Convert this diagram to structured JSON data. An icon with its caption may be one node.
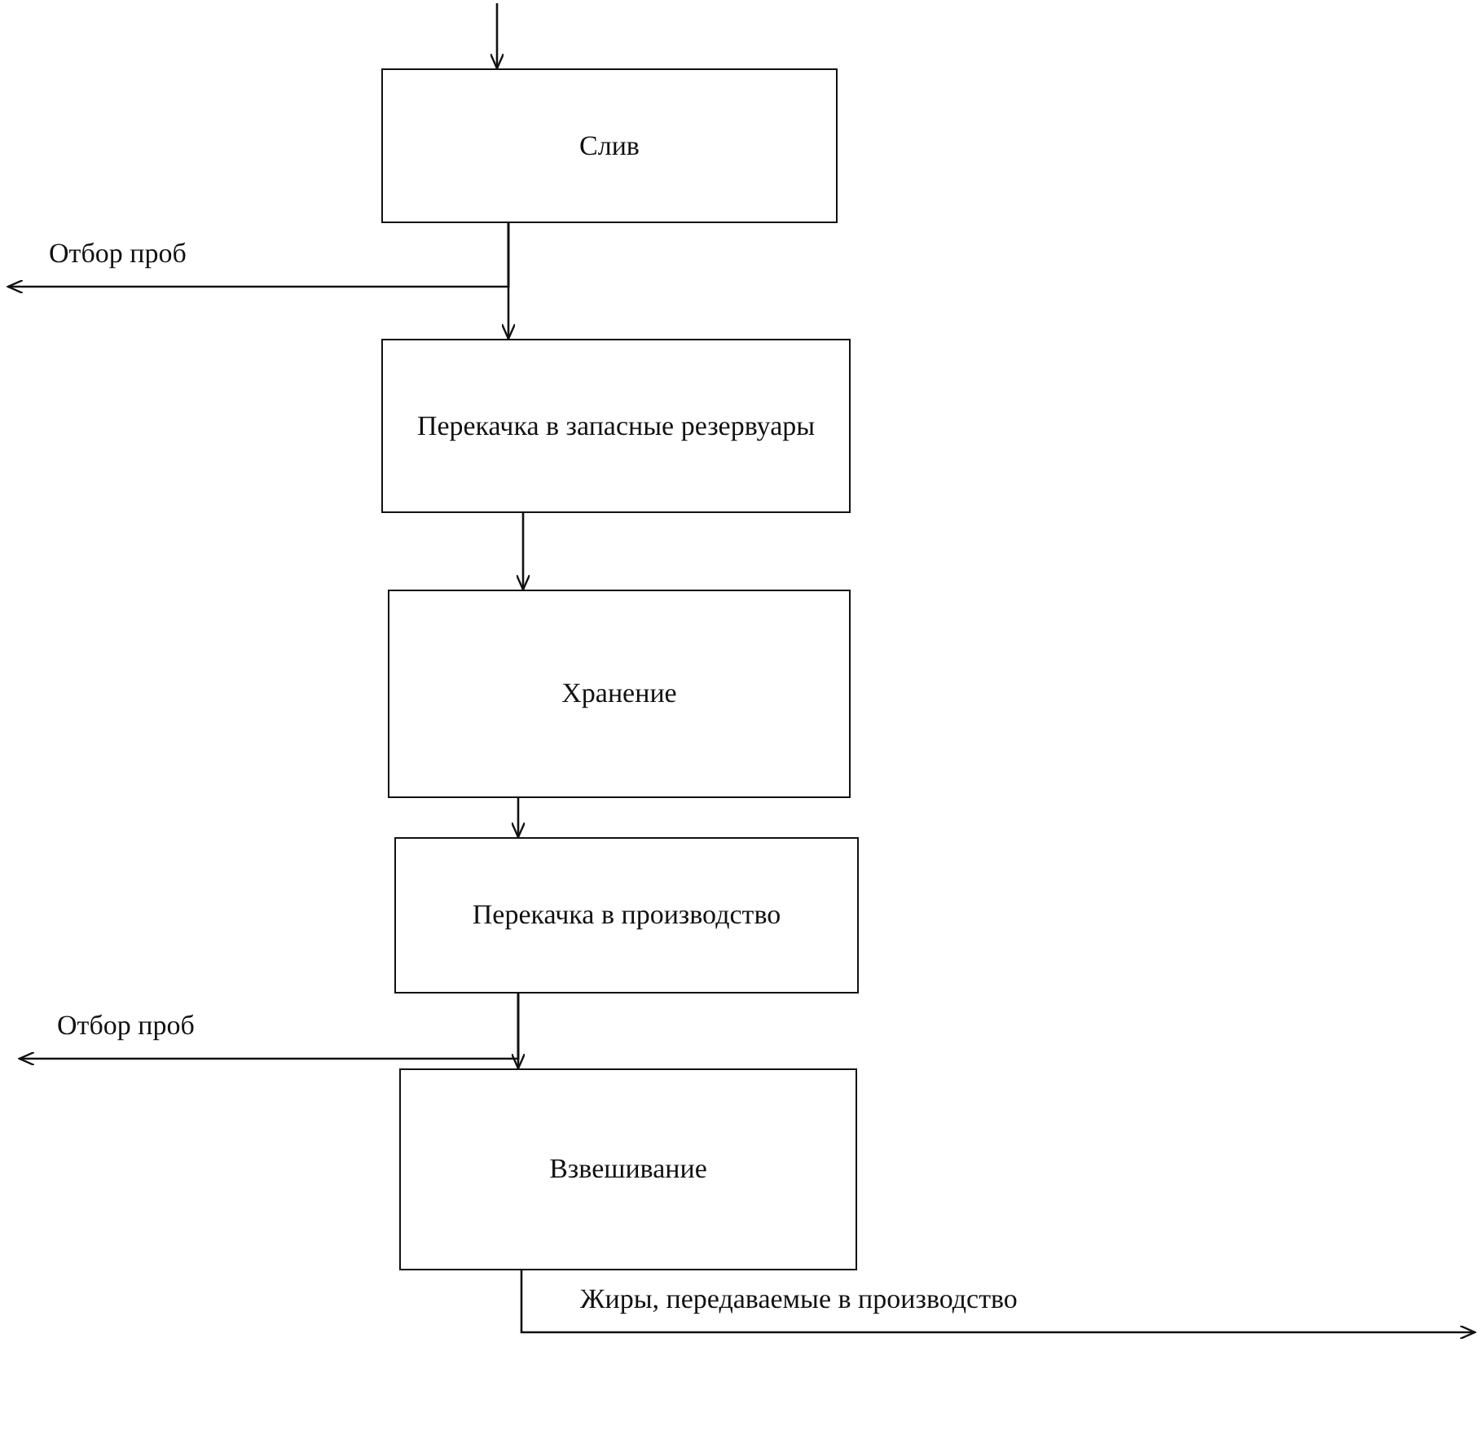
{
  "diagram": {
    "nodes": [
      {
        "text": [
          "Слив"
        ]
      },
      {
        "text": [
          "Перекачка в запасные резервуары"
        ]
      },
      {
        "text": [
          "Хранение"
        ]
      },
      {
        "text": [
          "Перекачка в производство"
        ]
      },
      {
        "text": [
          "Взвешивание"
        ]
      }
    ],
    "edges": [
      {
        "from": null,
        "to": 0,
        "arrow": "to"
      },
      {
        "from": 0,
        "to": 1,
        "arrow": "to"
      },
      {
        "from": 0,
        "to": null,
        "arrow": "to",
        "label": "Отбор проб"
      },
      {
        "from": 1,
        "to": 2,
        "arrow": "to"
      },
      {
        "from": 2,
        "to": 3,
        "arrow": "to"
      },
      {
        "from": 3,
        "to": 4,
        "arrow": "to"
      },
      {
        "from": 3,
        "to": null,
        "arrow": "to",
        "label": "Отбор проб"
      },
      {
        "from": 4,
        "to": null,
        "arrow": "to",
        "label": "Жиры, передаваемые в производство"
      }
    ]
  }
}
